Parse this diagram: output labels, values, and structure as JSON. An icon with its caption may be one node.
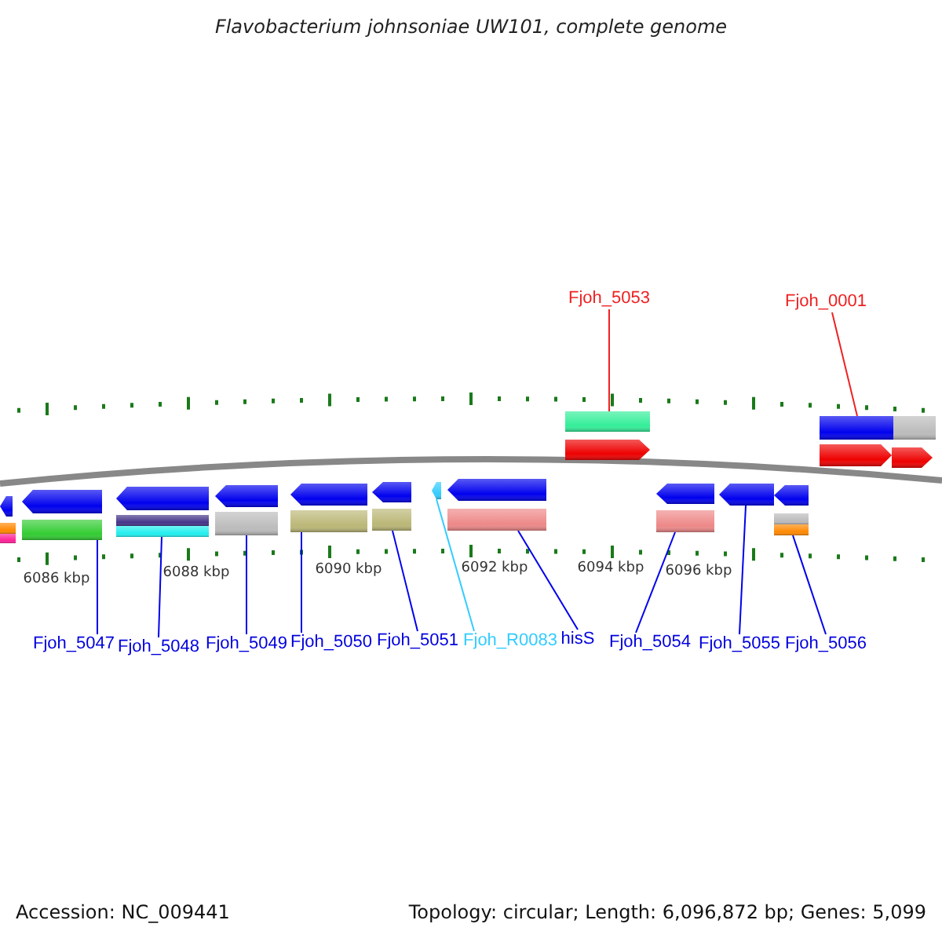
{
  "diagram": {
    "title": "Flavobacterium johnsoniae UW101, complete genome",
    "nodes": [
      {
        "text": [
          "Fjoh_5053"
        ]
      },
      {
        "text": [
          "Fjoh_0001"
        ]
      },
      {
        "text": [
          "Fjoh_5047"
        ]
      },
      {
        "text": [
          "Fjoh_5048"
        ]
      },
      {
        "text": [
          "Fjoh_5049"
        ]
      },
      {
        "text": [
          "Fjoh_5050"
        ]
      },
      {
        "text": [
          "Fjoh_5051"
        ]
      },
      {
        "text": [
          "Fjoh_R0083"
        ]
      },
      {
        "text": [
          "hisS"
        ]
      },
      {
        "text": [
          "Fjoh_5054"
        ]
      },
      {
        "text": [
          "Fjoh_5055"
        ]
      },
      {
        "text": [
          "Fjoh_5056"
        ]
      },
      {
        "text": [],
        "shape": "bar"
      },
      {
        "text": [],
        "shape": "bar"
      },
      {
        "text": [],
        "shape": "bar"
      },
      {
        "text": [],
        "shape": "bar"
      },
      {
        "text": [],
        "shape": "bar"
      },
      {
        "text": [],
        "shape": "bar"
      },
      {
        "text": [],
        "shape": "bar"
      },
      {
        "text": [],
        "shape": "pentagon"
      },
      {
        "text": [],
        "shape": "bar"
      },
      {
        "text": [],
        "shape": "bar"
      },
      {
        "text": [],
        "shape": "pentagon"
      },
      {
        "text": [],
        "shape": "bar"
      }
    ],
    "edges": [
      {
        "from": 0,
        "to": 12,
        "arrow": "none",
        "color": "#ee2222"
      },
      {
        "from": 1,
        "to": 13,
        "arrow": "none",
        "color": "#ee2222"
      },
      {
        "from": 2,
        "to": 14,
        "arrow": "none"
      },
      {
        "from": 3,
        "to": 15,
        "arrow": "none"
      },
      {
        "from": 4,
        "to": 16,
        "arrow": "none"
      },
      {
        "from": 5,
        "to": 17,
        "arrow": "none"
      },
      {
        "from": 6,
        "to": 18,
        "arrow": "none"
      },
      {
        "from": 7,
        "to": 19,
        "arrow": "none",
        "color": "#33ccff"
      },
      {
        "from": 8,
        "to": 20,
        "arrow": "none"
      },
      {
        "from": 9,
        "to": 21,
        "arrow": "none"
      },
      {
        "from": 10,
        "to": 22,
        "arrow": "none"
      },
      {
        "from": 11,
        "to": 23,
        "arrow": "none"
      }
    ],
    "labels": [
      "6086 kbp",
      "6088 kbp",
      "6090 kbp",
      "6092 kbp",
      "6094 kbp",
      "6096 kbp",
      "Accession: NC_009441",
      "Topology: circular; Length: 6,096,872 bp; Genes: 5,099"
    ]
  }
}
